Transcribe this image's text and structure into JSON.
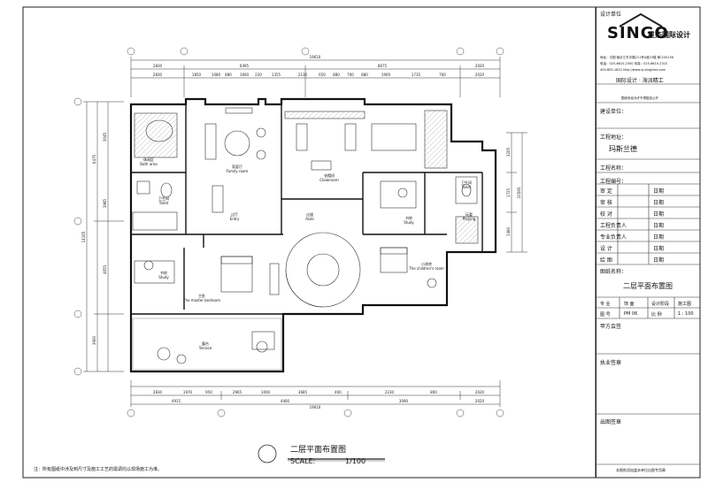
{
  "titleblock": {
    "design_unit": "设计单位",
    "brand": "SINGO",
    "brand_cn": "星杰国际设计",
    "address": "地址：中国·南京江东中路211号A座23楼  邮:200136",
    "phone": "电话：025-6610-2300  传真：025-6610-2315",
    "web": "400-605-1822  http://www.xj.singjiese.com",
    "slogan": "国际设计 · 海派精工",
    "copyright_note": "图纸未经允许不得擅自公开",
    "client_label": "建设单位：",
    "project_addr_label": "工程地址：",
    "project_addr_value": "玛斯兰德",
    "project_name_label": "工程名称：",
    "drawing_no_label": "工程编号：",
    "rows": [
      {
        "label": "审    定",
        "date": "日期"
      },
      {
        "label": "审    核",
        "date": "日期"
      },
      {
        "label": "校    对",
        "date": "日期"
      },
      {
        "label": "工程负责人",
        "date": "日期"
      },
      {
        "label": "专业负责人",
        "date": "日期"
      },
      {
        "label": "设    计",
        "date": "日期"
      },
      {
        "label": "绘    图",
        "date": "日期"
      }
    ],
    "drawing_title_label": "图纸名称：",
    "drawing_title_value": "二层平面布置图",
    "info_row1": [
      "专    业",
      "饰  面",
      "设计阶段",
      "施工图"
    ],
    "info_row2": [
      "图    号",
      "PM  06",
      "比    例",
      "1 : 100"
    ],
    "sign_a": "甲方会签",
    "sign_b": "执业签章",
    "sign_c": "出图签章",
    "bottom_note": "本图纸须加盖本单位出图专用章"
  },
  "plan": {
    "title": "二层平面布置图",
    "scale_label": "SCALE:",
    "scale_value": "1/100",
    "note": "注：所有图纸中涉及到尺寸及施工工艺的需调均以现场施工为准。",
    "top_total": "19610",
    "top_dims_l2": [
      "2830",
      "6495",
      "8675",
      "2020"
    ],
    "top_dims_l1": [
      "2830",
      "1850",
      "1080",
      "880",
      "1660",
      "220",
      "1355",
      "2130",
      "650",
      "880",
      "700",
      "880",
      "1900",
      "1735",
      "760",
      "2020"
    ],
    "bottom_dims_l1": [
      "2830",
      "1970",
      "950",
      "2965",
      "1000",
      "3685",
      "400",
      "2230",
      "800",
      "2020"
    ],
    "bottom_dims_l2": [
      "4915",
      "4400",
      "3090",
      "2020"
    ],
    "bottom_total": "19610",
    "left_total": "14165",
    "left_dims": [
      "3045",
      "6475",
      "3985",
      "4655",
      "3900"
    ],
    "right_dims": [
      "3205",
      "1725",
      "10595",
      "1460"
    ],
    "rooms": [
      {
        "name": "休闲区",
        "en": "Bath area"
      },
      {
        "name": "家庭厅",
        "en": "Family room"
      },
      {
        "name": "衣帽间",
        "en": "Cloakroom"
      },
      {
        "name": "卫生间",
        "en": "Toilet"
      },
      {
        "name": "过厅",
        "en": "Entry"
      },
      {
        "name": "过道",
        "en": "Aisle"
      },
      {
        "name": "书房",
        "en": "Study"
      },
      {
        "name": "卫生间",
        "en": "Toilet"
      },
      {
        "name": "玩要",
        "en": "Playing"
      },
      {
        "name": "书房",
        "en": "Study"
      },
      {
        "name": "主卧",
        "en": "The master bedroom"
      },
      {
        "name": "小孩房",
        "en": "The children's room"
      },
      {
        "name": "露台",
        "en": "Terrace"
      }
    ]
  }
}
